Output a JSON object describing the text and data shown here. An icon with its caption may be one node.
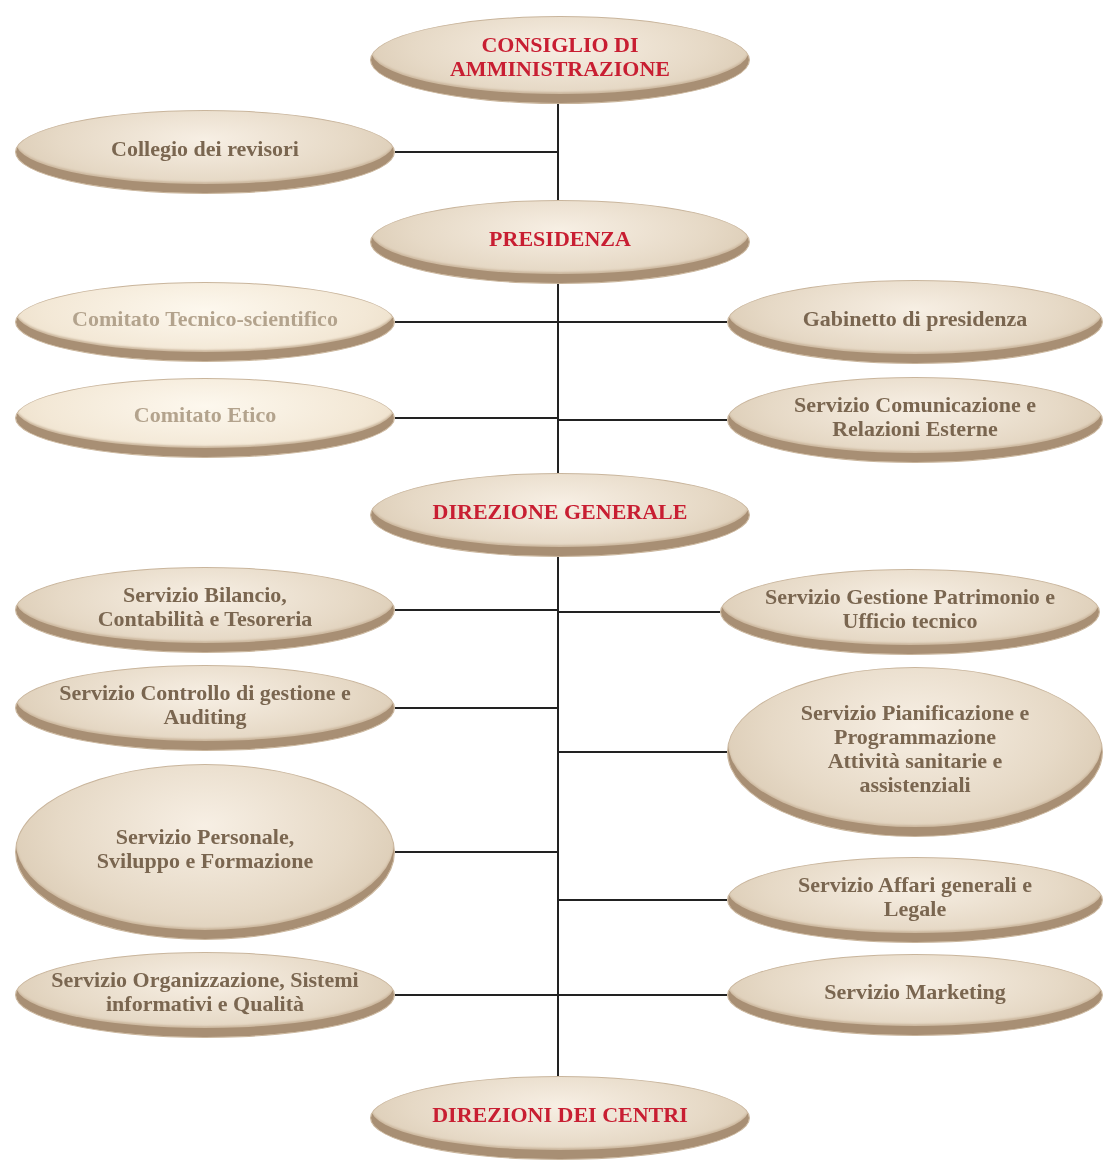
{
  "diagram": {
    "nodes": [
      {
        "text": [
          "CONSIGLIO DI AMMINISTRAZIONE"
        ]
      },
      {
        "text": [
          "Collegio dei revisori"
        ]
      },
      {
        "text": [
          "PRESIDENZA"
        ]
      },
      {
        "text": [
          "Comitato Tecnico-scientifico"
        ]
      },
      {
        "text": [
          "Gabinetto di presidenza"
        ]
      },
      {
        "text": [
          "Comitato Etico"
        ]
      },
      {
        "text": [
          "Servizio Comunicazione e Relazioni Esterne"
        ]
      },
      {
        "text": [
          "DIREZIONE GENERALE"
        ]
      },
      {
        "text": [
          "Servizio Bilancio, Contabilità e Tesoreria"
        ]
      },
      {
        "text": [
          "Servizio Gestione Patrimonio e Ufficio tecnico"
        ]
      },
      {
        "text": [
          "Servizio Controllo di gestione e Auditing"
        ]
      },
      {
        "text": [
          "Servizio Pianificazione e Programmazione Attività sanitarie e assistenziali"
        ]
      },
      {
        "text": [
          "Servizio Personale, Sviluppo e Formazione"
        ]
      },
      {
        "text": [
          "Servizio Affari generali e Legale"
        ]
      },
      {
        "text": [
          "Servizio Organizzazione, Sistemi informativi e Qualità"
        ]
      },
      {
        "text": [
          "Servizio Marketing"
        ]
      },
      {
        "text": [
          "DIREZIONI DEI CENTRI"
        ]
      }
    ],
    "edges": [
      {
        "from": 0,
        "to": 1,
        "arrow": "none"
      },
      {
        "from": 0,
        "to": 2,
        "arrow": "none"
      },
      {
        "from": 2,
        "to": 3,
        "arrow": "none"
      },
      {
        "from": 2,
        "to": 4,
        "arrow": "none"
      },
      {
        "from": 2,
        "to": 5,
        "arrow": "none"
      },
      {
        "from": 2,
        "to": 6,
        "arrow": "none"
      },
      {
        "from": 2,
        "to": 7,
        "arrow": "none"
      },
      {
        "from": 7,
        "to": 8,
        "arrow": "none"
      },
      {
        "from": 7,
        "to": 9,
        "arrow": "none"
      },
      {
        "from": 7,
        "to": 10,
        "arrow": "none"
      },
      {
        "from": 7,
        "to": 11,
        "arrow": "none"
      },
      {
        "from": 7,
        "to": 12,
        "arrow": "none"
      },
      {
        "from": 7,
        "to": 13,
        "arrow": "none"
      },
      {
        "from": 7,
        "to": 14,
        "arrow": "none"
      },
      {
        "from": 7,
        "to": 15,
        "arrow": "none"
      },
      {
        "from": 7,
        "to": 16,
        "arrow": "none"
      }
    ]
  }
}
